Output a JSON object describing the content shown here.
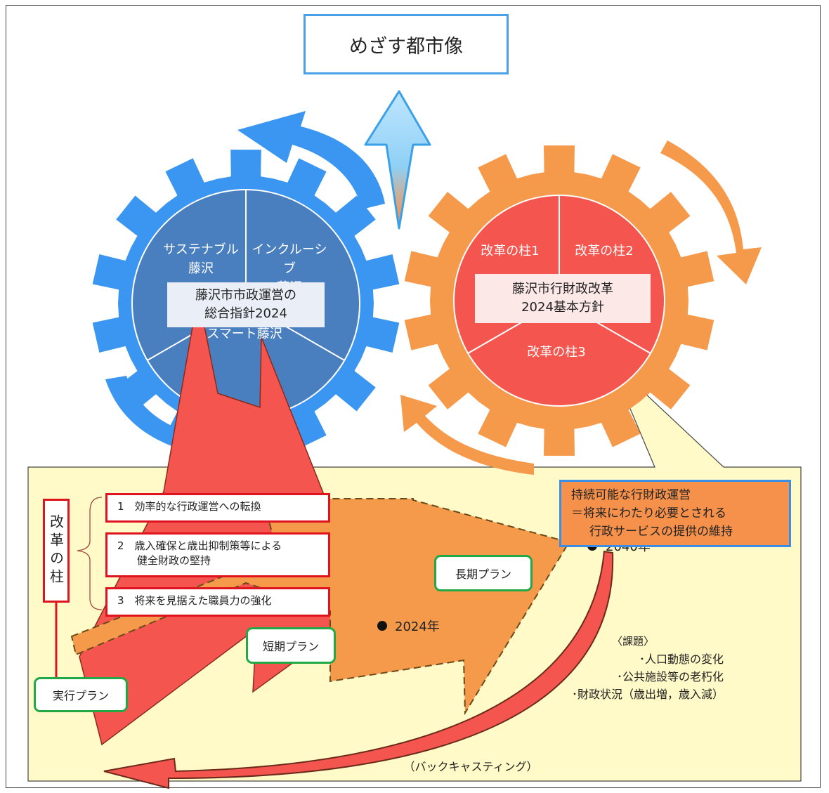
{
  "title": "めざす都市像",
  "left_gear": {
    "segment_1": [
      "サステナブル",
      "藤沢"
    ],
    "segment_2": [
      "インクルーシブ",
      "藤沢"
    ],
    "segment_3": "スマート藤沢",
    "center": [
      "藤沢市市政運営の",
      "総合指針2024"
    ],
    "colors": {
      "gear": "#3a96f0",
      "disc": "#4a7fbf"
    }
  },
  "right_gear": {
    "segment_1": "改革の柱1",
    "segment_2": "改革の柱2",
    "segment_3": "改革の柱3",
    "center": [
      "藤沢市行財政改革",
      "2024基本方針"
    ],
    "colors": {
      "gear": "#f5994a",
      "disc": "#f4564f"
    }
  },
  "pillars": {
    "label": "改革の柱",
    "items": [
      {
        "text": "1　効率的な行政運営への転換"
      },
      {
        "line1": "2　歳入確保と歳出抑制策等による",
        "line2": "健全財政の堅持"
      },
      {
        "text": "3　将来を見据えた職員力の強化"
      }
    ]
  },
  "plans": {
    "execution": "実行プラン",
    "short_term": "短期プラン",
    "long_term": "長期プラン"
  },
  "milestones": {
    "y2024": "2024年",
    "y2040": "2040年"
  },
  "goal": [
    "持続可能な行財政運営",
    "＝将来にわたり必要とされる",
    "行政サービスの提供の維持"
  ],
  "issues": {
    "heading": "〈課題〉",
    "items": [
      "･人口動態の変化",
      "･公共施設等の老朽化",
      "･財政状況（歳出増，歳入減）"
    ]
  },
  "backcasting": "（バックキャスティング）"
}
